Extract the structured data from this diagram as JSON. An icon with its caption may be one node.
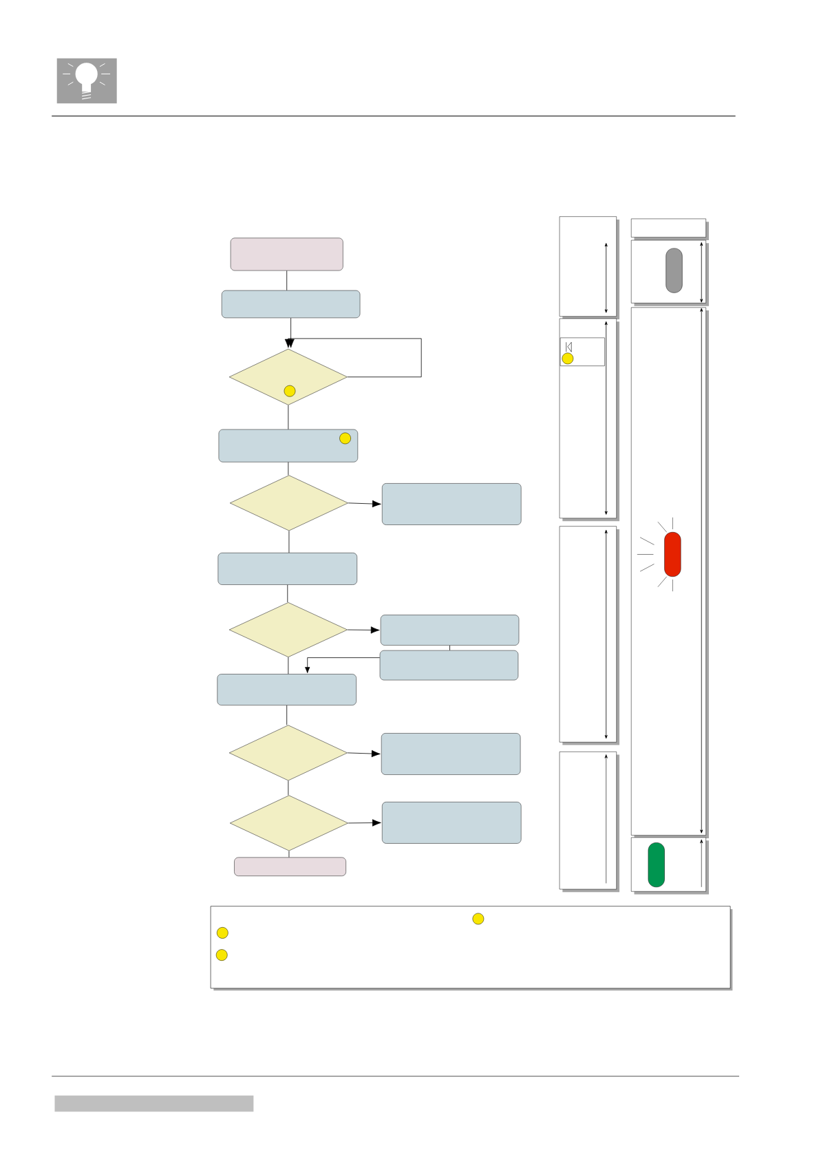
{
  "diagram": {
    "nodes": [
      {
        "text": [],
        "shape": "box"
      },
      {
        "text": [],
        "shape": "box"
      },
      {
        "text": [],
        "shape": "diamond"
      },
      {
        "text": [],
        "shape": "box"
      },
      {
        "text": [],
        "shape": "diamond"
      },
      {
        "text": [],
        "shape": "box"
      },
      {
        "text": [],
        "shape": "box"
      },
      {
        "text": [],
        "shape": "diamond"
      },
      {
        "text": [],
        "shape": "box"
      },
      {
        "text": [],
        "shape": "box"
      },
      {
        "text": [],
        "shape": "box"
      },
      {
        "text": [],
        "shape": "diamond"
      },
      {
        "text": [],
        "shape": "box"
      },
      {
        "text": [],
        "shape": "diamond"
      },
      {
        "text": [],
        "shape": "box"
      },
      {
        "text": [],
        "shape": "box"
      }
    ],
    "edges": [
      {
        "from": 0,
        "to": 1,
        "arrow": "none"
      },
      {
        "from": 1,
        "to": 2,
        "arrow": "to"
      },
      {
        "from": 2,
        "to": 2,
        "arrow": "to"
      },
      {
        "from": 2,
        "to": 3,
        "arrow": "none"
      },
      {
        "from": 3,
        "to": 4,
        "arrow": "none"
      },
      {
        "from": 4,
        "to": 5,
        "arrow": "to"
      },
      {
        "from": 4,
        "to": 6,
        "arrow": "none"
      },
      {
        "from": 6,
        "to": 7,
        "arrow": "none"
      },
      {
        "from": 7,
        "to": 8,
        "arrow": "to"
      },
      {
        "from": 8,
        "to": 9,
        "arrow": "none"
      },
      {
        "from": 9,
        "to": 10,
        "arrow": "to"
      },
      {
        "from": 7,
        "to": 10,
        "arrow": "none"
      },
      {
        "from": 10,
        "to": 11,
        "arrow": "none"
      },
      {
        "from": 11,
        "to": 12,
        "arrow": "to"
      },
      {
        "from": 11,
        "to": 13,
        "arrow": "none"
      },
      {
        "from": 13,
        "to": 14,
        "arrow": "to"
      },
      {
        "from": 13,
        "to": 15,
        "arrow": "none"
      }
    ]
  }
}
